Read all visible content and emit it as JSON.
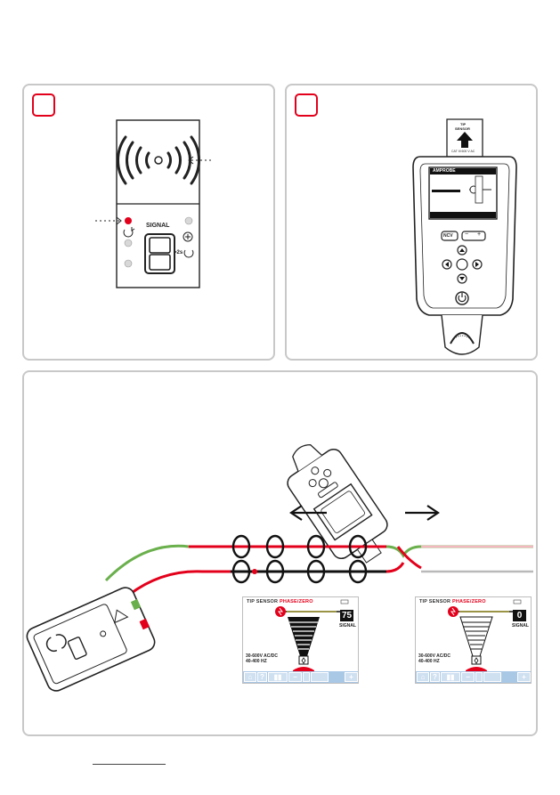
{
  "panel_a": {
    "signal_label": "SIGNAL",
    "timer_label": ">2s"
  },
  "panel_b": {
    "sensor_label_top": "TIP",
    "sensor_label_bottom": "SENSOR",
    "cat_label": "CAT III 600 V AC",
    "brand": "AMPROBE",
    "ncv_label": "NCV",
    "minus_label": "−",
    "plus_label": "+"
  },
  "screen_left": {
    "title_prefix": "TIP SENSOR",
    "title_mode": "PHASE/ZERO",
    "value": "75",
    "value_label": "SIGNAL",
    "spec_line1": "30-600V AC/DC",
    "spec_line2": "40-400 HZ",
    "plus": "+",
    "minus": "−",
    "help": "?"
  },
  "screen_right": {
    "title_prefix": "TIP SENSOR",
    "title_mode": "PHASE/ZERO",
    "value": "0",
    "value_label": "SIGNAL",
    "spec_line1": "30-600V AC/DC",
    "spec_line2": "40-400 HZ",
    "plus": "+",
    "minus": "−",
    "help": "?"
  },
  "colors": {
    "accent": "#e3001b",
    "wire_green": "#6ab04c",
    "wire_red": "#e3001b",
    "panel_border": "#c8c8c8",
    "screen_bar": "#a9c8e6"
  }
}
